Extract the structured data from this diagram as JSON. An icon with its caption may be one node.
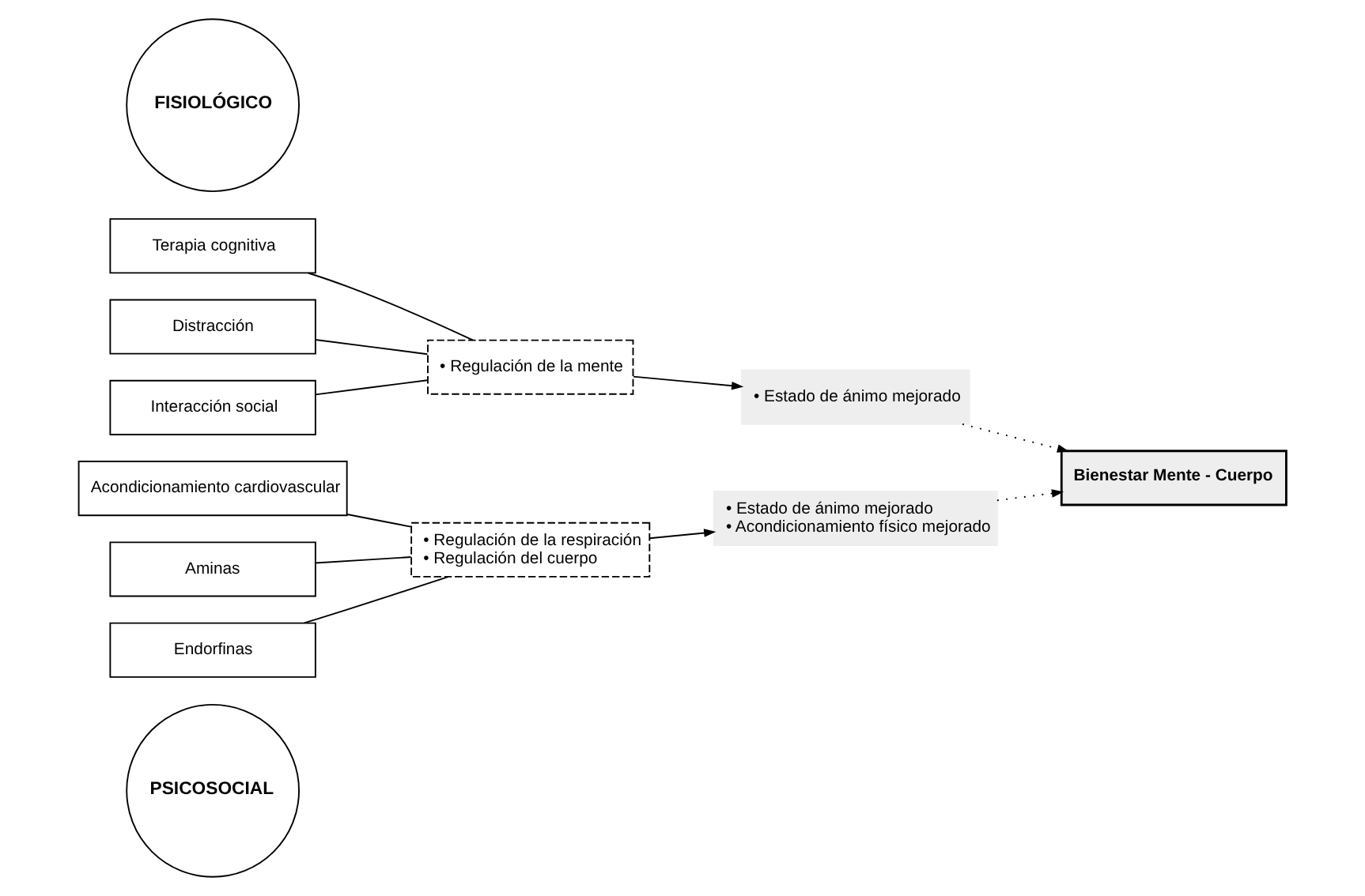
{
  "diagram": {
    "nodes": [
      {
        "text": [
          "PSICOSOCIAL"
        ]
      },
      {
        "text": [
          "Terapia cognitiva"
        ]
      },
      {
        "text": [
          "Distracción"
        ]
      },
      {
        "text": [
          "Interacción social"
        ]
      },
      {
        "text": [
          "• Regulación de la mente"
        ]
      },
      {
        "text": [
          "• Estado de ánimo mejorado"
        ]
      },
      {
        "text": [
          "Bienestar Mente - Cuerpo"
        ]
      },
      {
        "text": [
          "FISIOLÓGICO"
        ]
      },
      {
        "text": [
          "Acondicionamiento cardiovascular"
        ]
      },
      {
        "text": [
          "Aminas"
        ]
      },
      {
        "text": [
          "Endorfinas"
        ]
      },
      {
        "text": [
          "• Regulación de la respiración",
          "• Regulación del cuerpo"
        ]
      },
      {
        "text": [
          "• Estado de ánimo mejorado",
          "• Acondicionamiento físico mejorado"
        ]
      }
    ],
    "edges": [
      {
        "from": 1,
        "to": 4,
        "arrow": "none"
      },
      {
        "from": 2,
        "to": 4,
        "arrow": "none"
      },
      {
        "from": 3,
        "to": 4,
        "arrow": "none"
      },
      {
        "from": 4,
        "to": 5,
        "arrow": "to"
      },
      {
        "from": 5,
        "to": 6,
        "arrow": "to",
        "style": "dashed"
      },
      {
        "from": 8,
        "to": 11,
        "arrow": "none"
      },
      {
        "from": 9,
        "to": 11,
        "arrow": "none"
      },
      {
        "from": 10,
        "to": 11,
        "arrow": "none"
      },
      {
        "from": 11,
        "to": 12,
        "arrow": "to"
      },
      {
        "from": 12,
        "to": 6,
        "arrow": "to",
        "style": "dashed"
      }
    ]
  }
}
